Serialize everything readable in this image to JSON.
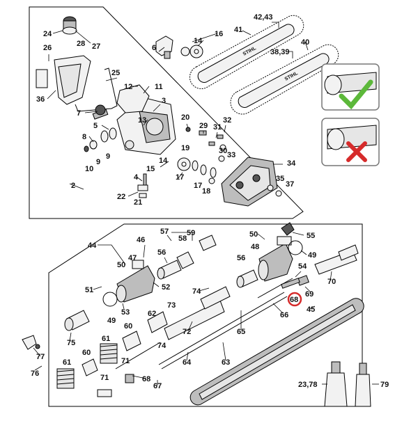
{
  "callouts": {
    "n24": "24",
    "n28": "28",
    "n27": "27",
    "n26": "26",
    "n36": "36",
    "n25": "25",
    "n12": "12",
    "n11": "11",
    "n7": "7",
    "n3": "3",
    "n5": "5",
    "n13": "13",
    "n8": "8",
    "n10": "10",
    "n9": "9",
    "n14a": "14",
    "n15": "15",
    "n6": "6",
    "n16": "16",
    "n4243": "42,43",
    "n41": "41",
    "n3839": "38,39",
    "n40": "40",
    "n20": "20",
    "n32": "32",
    "n29": "29",
    "n31": "31",
    "n19": "19",
    "n30": "30",
    "n33": "33",
    "n14b": "14",
    "n34": "34",
    "n17a": "17",
    "n17b": "17",
    "n18": "18",
    "n35": "35",
    "n37": "37",
    "n4": "4",
    "n22": "22",
    "n21": "21",
    "n2": "2",
    "n44": "44",
    "n46": "46",
    "n47": "47",
    "n50a": "50",
    "n57": "57",
    "n59": "59",
    "n58": "58",
    "n56a": "56",
    "n51": "51",
    "n52": "52",
    "n53": "53",
    "n49a": "49",
    "n74a": "74",
    "n73": "73",
    "n50b": "50",
    "n48": "48",
    "n55": "55",
    "n49b": "49",
    "n56b": "56",
    "n54": "54",
    "n69": "69",
    "n70": "70",
    "n68a": "68",
    "n45": "45",
    "n66": "66",
    "n62": "62",
    "n72": "72",
    "n65": "65",
    "n60a": "60",
    "n75": "75",
    "n74b": "74",
    "n77": "77",
    "n76": "76",
    "n60b": "60",
    "n71a": "71",
    "n61a": "61",
    "n61b": "61",
    "n63": "63",
    "n64": "64",
    "n71b": "71",
    "n68b": "68",
    "n67": "67",
    "n2378": "23,78",
    "n79": "79"
  },
  "highlighted_callout": "68",
  "bar_brand": "STIHL",
  "colors": {
    "check": "#5cb83a",
    "cross": "#d62b2b",
    "highlight_ring": "#d62b2b"
  }
}
